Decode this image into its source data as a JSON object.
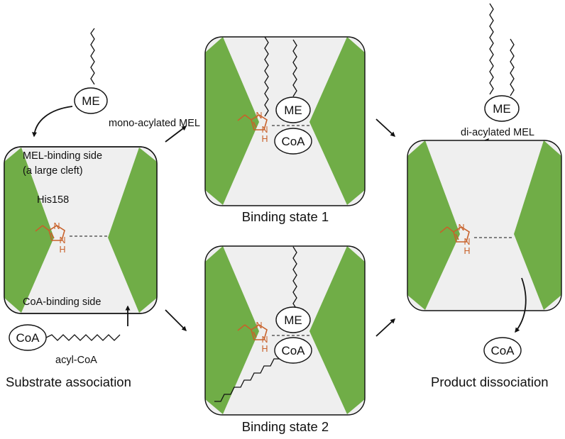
{
  "colors": {
    "protein_green": "#70ad47",
    "cleft_gray": "#efefef",
    "histidine_orange": "#c8612a",
    "line": "#111111"
  },
  "labels": {
    "mono_acylated_mel": "mono-acylated MEL",
    "mel_binding_side_1": "MEL-binding side",
    "mel_binding_side_2": "(a large cleft)",
    "his158": "His158",
    "coa_binding_side": "CoA-binding side",
    "acyl_coa": "acyl-CoA",
    "substrate_association": "Substrate association",
    "binding_state_1": "Binding state 1",
    "binding_state_2": "Binding state 2",
    "di_acylated_mel": "di-acylated MEL",
    "product_dissociation": "Product dissociation"
  },
  "molecules": {
    "me": "ME",
    "coa": "CoA"
  },
  "histidine_atoms": {
    "n": "N",
    "nh_n": "N",
    "nh_h": "H"
  }
}
